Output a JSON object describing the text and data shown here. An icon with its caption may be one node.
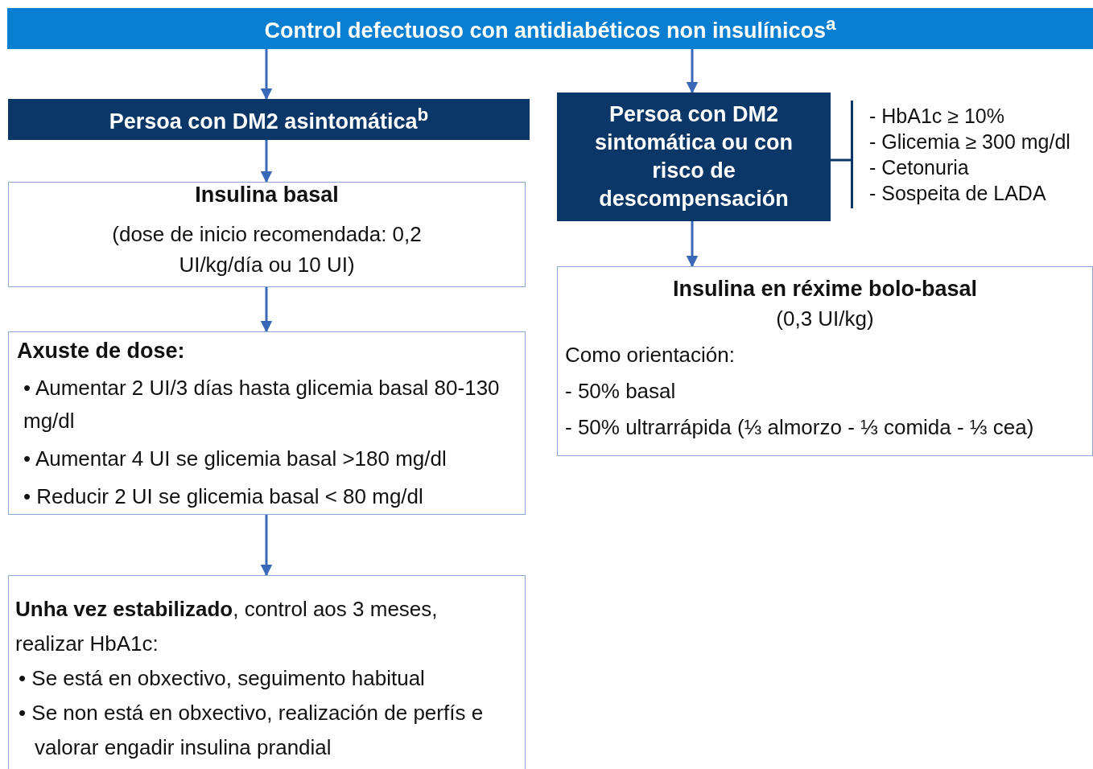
{
  "diagram": {
    "nodes": [
      {
        "text": [
          "Control defectuoso con antidiabéticos non insulínicos$^{a}$"
        ]
      },
      {
        "text": [
          "Persoa con DM2 asintomática$^{b}$"
        ]
      },
      {
        "text": [
          "Insulina basal",
          "(dose de inicio recomendada: 0,2 UI/kg/día ou 10 UI)"
        ]
      },
      {
        "text": [
          "Axuste de dose:",
          "• Aumentar 2 UI/3 días hasta glicemia basal 80-130 mg/dl",
          "• Aumentar 4 UI se glicemia basal >180 mg/dl",
          "• Reducir 2 UI se glicemia basal < 80 mg/dl"
        ]
      },
      {
        "text": [
          "**Unha vez estabilizado**, control aos 3 meses, realizar HbA1c:",
          "• Se está en obxectivo, seguimento habitual",
          "• Se non está en obxectivo, realización de perfís e valorar engadir insulina prandial"
        ]
      },
      {
        "text": [
          "Persoa con DM2 sintomática ou con risco de descompensación"
        ]
      },
      {
        "text": [
          "- HbA1c ≥ 10%",
          "- Glicemia ≥ 300 mg/dl",
          "- Cetonuria",
          "- Sospeita de LADA"
        ]
      },
      {
        "text": [
          "Insulina en réxime bolo-basal",
          "(0,3 UI/kg)",
          "Como orientación:",
          "- 50% basal",
          "- 50% ultrarrápida (⅓ almorzo - ⅓ comida - ⅓ cea)"
        ]
      }
    ],
    "edges": [
      {
        "from": 0,
        "to": 1,
        "arrow": "to"
      },
      {
        "from": 1,
        "to": 2,
        "arrow": "to"
      },
      {
        "from": 2,
        "to": 3,
        "arrow": "to"
      },
      {
        "from": 3,
        "to": 4,
        "arrow": "to"
      },
      {
        "from": 0,
        "to": 5,
        "arrow": "to"
      },
      {
        "from": 5,
        "to": 6,
        "arrow": "none"
      },
      {
        "from": 5,
        "to": 7,
        "arrow": "to"
      }
    ]
  }
}
